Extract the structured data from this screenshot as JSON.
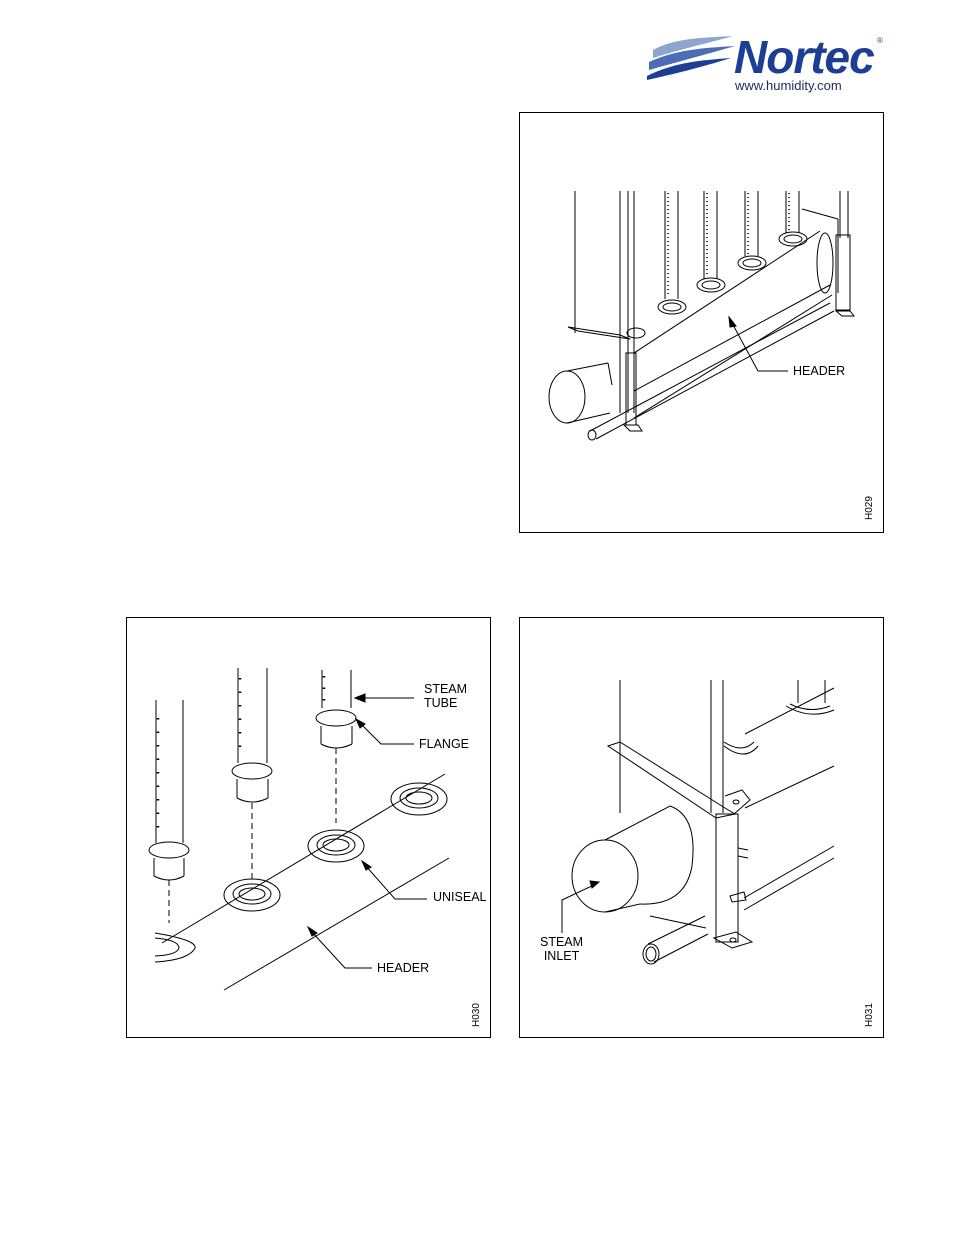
{
  "logo": {
    "wordmark": "Nortec",
    "registered": "®",
    "url": "www.humidity.com",
    "colors": {
      "brand_blue": "#1c3f94",
      "wave_light": "#8da6cf"
    }
  },
  "figures": [
    {
      "code": "H029",
      "labels": {
        "header": "HEADER"
      }
    },
    {
      "code": "H030",
      "labels": {
        "steam_tube": "STEAM\nTUBE",
        "flange": "FLANGE",
        "uniseal": "UNISEAL",
        "header": "HEADER"
      }
    },
    {
      "code": "H031",
      "labels": {
        "steam_inlet": "STEAM\nINLET"
      }
    }
  ]
}
